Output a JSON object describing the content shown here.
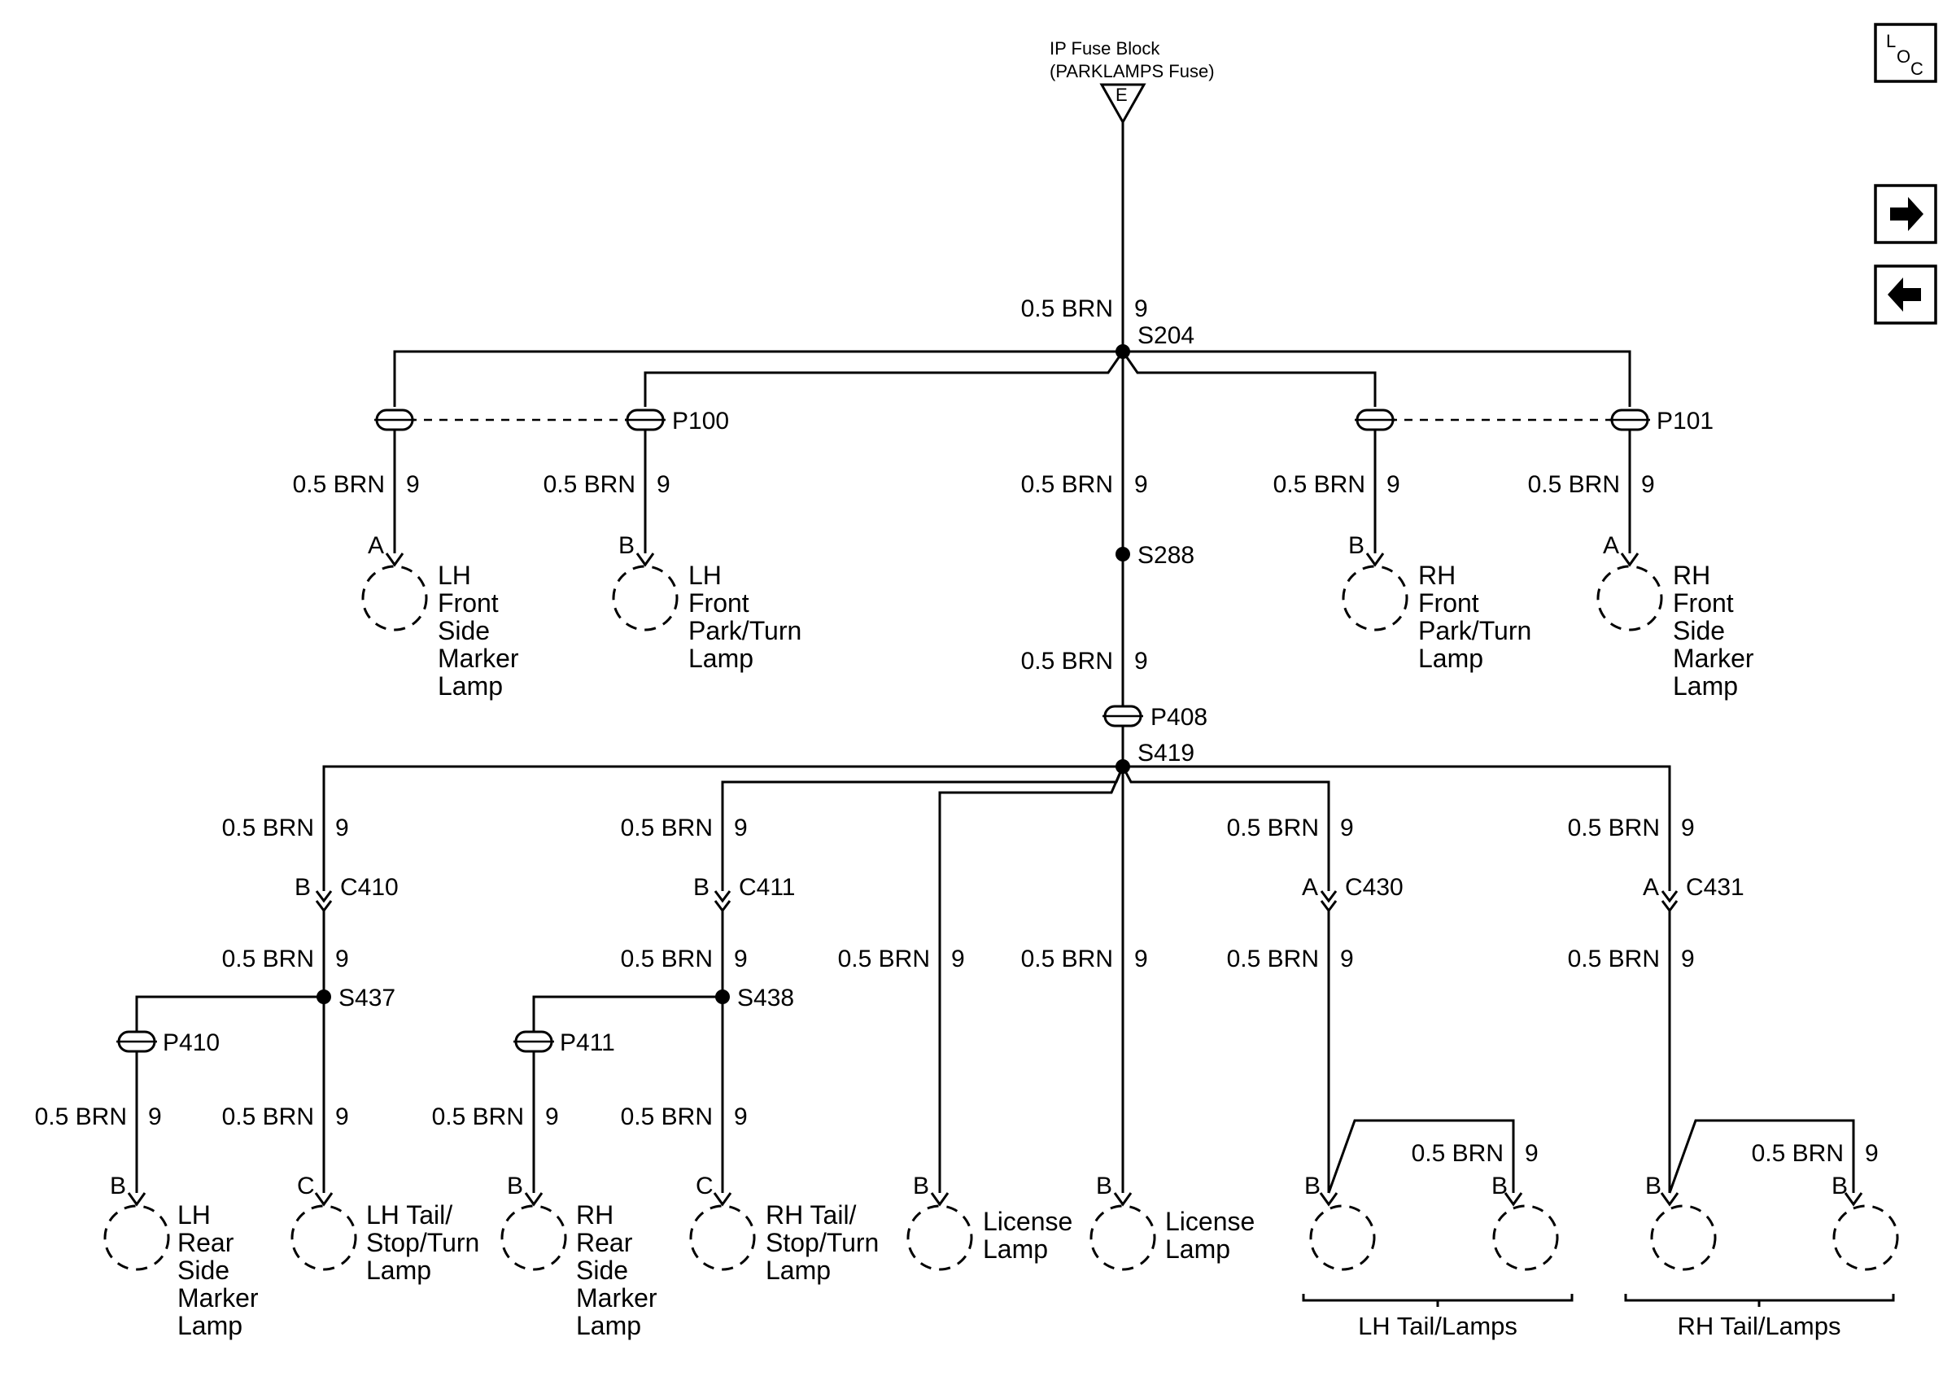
{
  "source": {
    "title_line1": "IP Fuse Block",
    "title_line2": "(PARKLAMPS Fuse)",
    "terminal": "E"
  },
  "wire": {
    "size_color": "0.5 BRN",
    "circuit": "9"
  },
  "splices": {
    "s204": "S204",
    "s288": "S288",
    "s419": "S419",
    "s437": "S437",
    "s438": "S438"
  },
  "connectors": {
    "p100": "P100",
    "p101": "P101",
    "p408": "P408",
    "p410": "P410",
    "p411": "P411",
    "c410": "C410",
    "c411": "C411",
    "c430": "C430",
    "c431": "C431"
  },
  "pins": {
    "a": "A",
    "b": "B",
    "c": "C"
  },
  "lamps": {
    "lh_front_side_marker": [
      "LH",
      "Front",
      "Side",
      "Marker",
      "Lamp"
    ],
    "lh_front_park_turn": [
      "LH",
      "Front",
      "Park/Turn",
      "Lamp"
    ],
    "rh_front_park_turn": [
      "RH",
      "Front",
      "Park/Turn",
      "Lamp"
    ],
    "rh_front_side_marker": [
      "RH",
      "Front",
      "Side",
      "Marker",
      "Lamp"
    ],
    "lh_rear_side_marker": [
      "LH",
      "Rear",
      "Side",
      "Marker",
      "Lamp"
    ],
    "lh_tail_stop_turn": [
      "LH Tail/",
      "Stop/Turn",
      "Lamp"
    ],
    "rh_rear_side_marker": [
      "RH",
      "Rear",
      "Side",
      "Marker",
      "Lamp"
    ],
    "rh_tail_stop_turn": [
      "RH Tail/",
      "Stop/Turn",
      "Lamp"
    ],
    "license_1": [
      "License",
      "Lamp"
    ],
    "license_2": [
      "License",
      "Lamp"
    ]
  },
  "groups": {
    "lh_tail": "LH Tail/Lamps",
    "rh_tail": "RH Tail/Lamps"
  },
  "nav": {
    "loc_l": "L",
    "loc_o": "O",
    "loc_c": "C",
    "forward_icon": "arrow-right-icon",
    "back_icon": "arrow-left-icon"
  }
}
